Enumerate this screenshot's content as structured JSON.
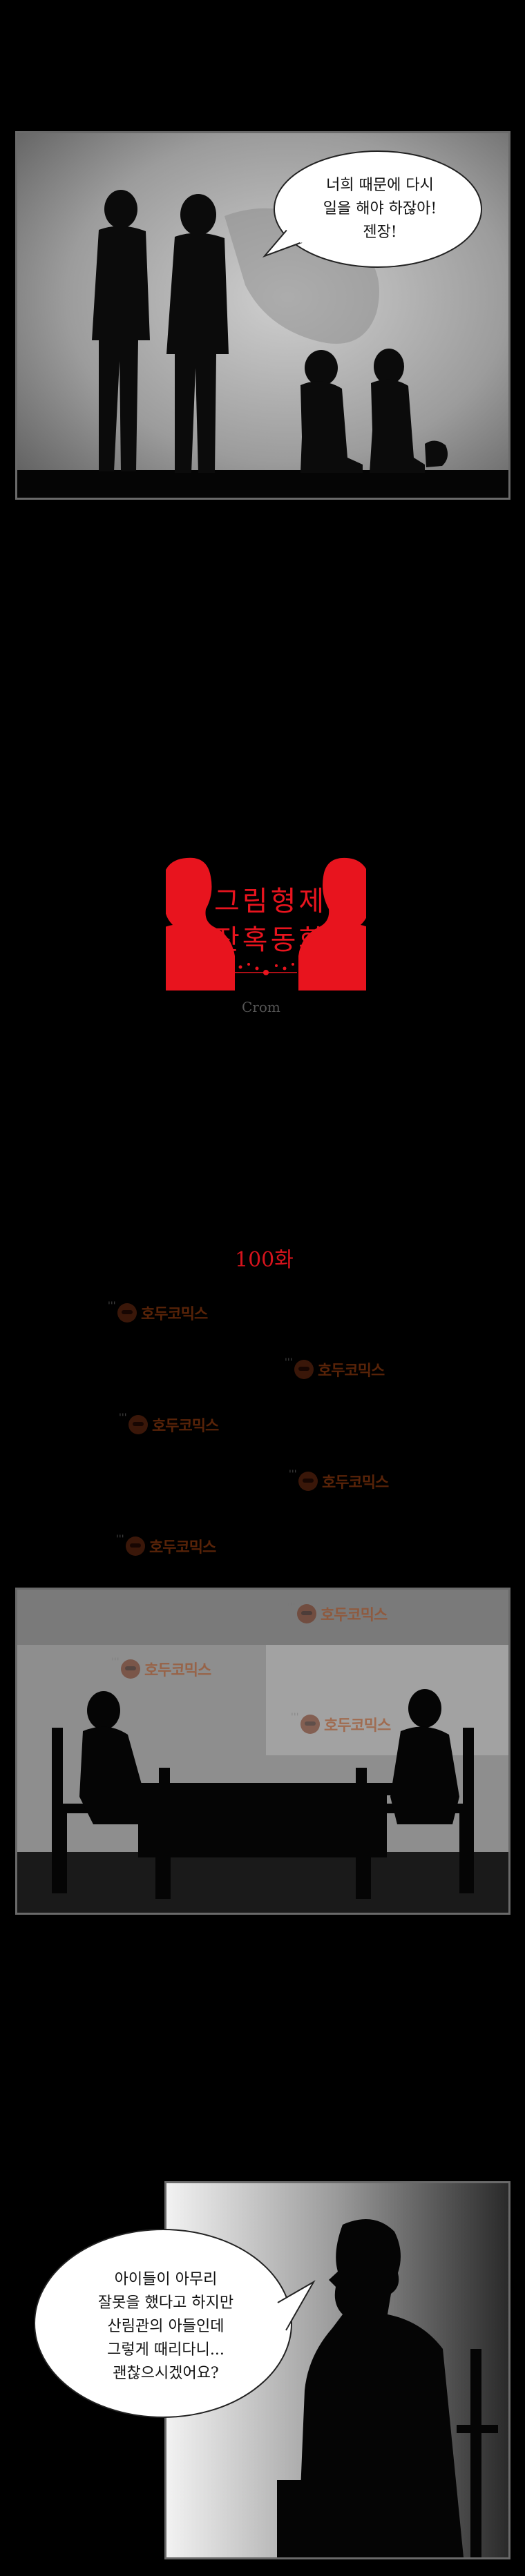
{
  "panel1": {
    "bubble_lines": [
      "너희 때문에 다시",
      "일을 해야 하잖아!",
      "젠장!"
    ]
  },
  "title": {
    "line1": "그림형제",
    "line2": "잔혹동화",
    "author": "Crom"
  },
  "episode": "100화",
  "watermark": {
    "label": "호두코믹스"
  },
  "panel3": {
    "bubble_lines": [
      "아이들이 아무리",
      "잘못을 했다고 하지만",
      "산림관의 아들인데",
      "그렇게 때리다니...",
      "괜찮으시겠어요?"
    ]
  },
  "colors": {
    "title_red": "#e8141e",
    "background": "#000000",
    "watermark_brown": "#a0410f"
  }
}
